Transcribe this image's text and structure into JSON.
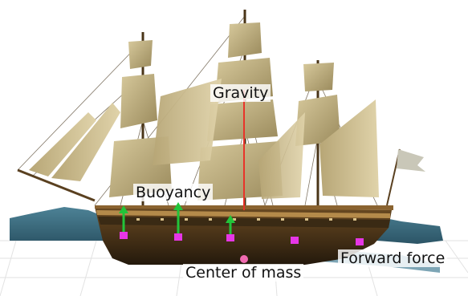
{
  "labels": {
    "gravity": "Gravity",
    "buoyancy": "Buoyancy",
    "forward_force": "Forward force",
    "center_of_mass": "Center of mass"
  },
  "colors": {
    "gravity_arrow": "#e8342a",
    "buoyancy_arrow": "#22c43a",
    "buoyancy_point": "#e636e6",
    "center_of_mass": "#f06ab0",
    "water": "#3d6f82",
    "hull": "#2c2112",
    "sail": "#c9b98b"
  }
}
